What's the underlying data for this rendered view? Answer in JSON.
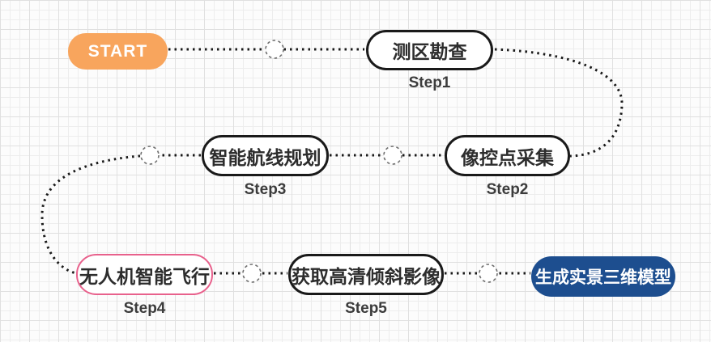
{
  "diagram": {
    "start": {
      "label": "START"
    },
    "steps": [
      {
        "id": "step1",
        "label": "测区勘查",
        "caption": "Step1"
      },
      {
        "id": "step2",
        "label": "像控点采集",
        "caption": "Step2"
      },
      {
        "id": "step3",
        "label": "智能航线规划",
        "caption": "Step3"
      },
      {
        "id": "step4",
        "label": "无人机智能飞行",
        "caption": "Step4"
      },
      {
        "id": "step5",
        "label": "获取高清倾斜影像",
        "caption": "Step5"
      }
    ],
    "end": {
      "label": "生成实景三维模型"
    },
    "colors": {
      "start_fill": "#F8A55D",
      "end_fill": "#1D4E8F",
      "step4_border": "#E8618C",
      "default_border": "#1A1A1A",
      "connector": "#1A1A1A",
      "node_ring": "#6F6F6F",
      "label_text": "#2D2D2D",
      "caption_text": "#3C3C3C",
      "grid_minor": "#EDEDED",
      "grid_major": "#E0E0E0"
    }
  }
}
